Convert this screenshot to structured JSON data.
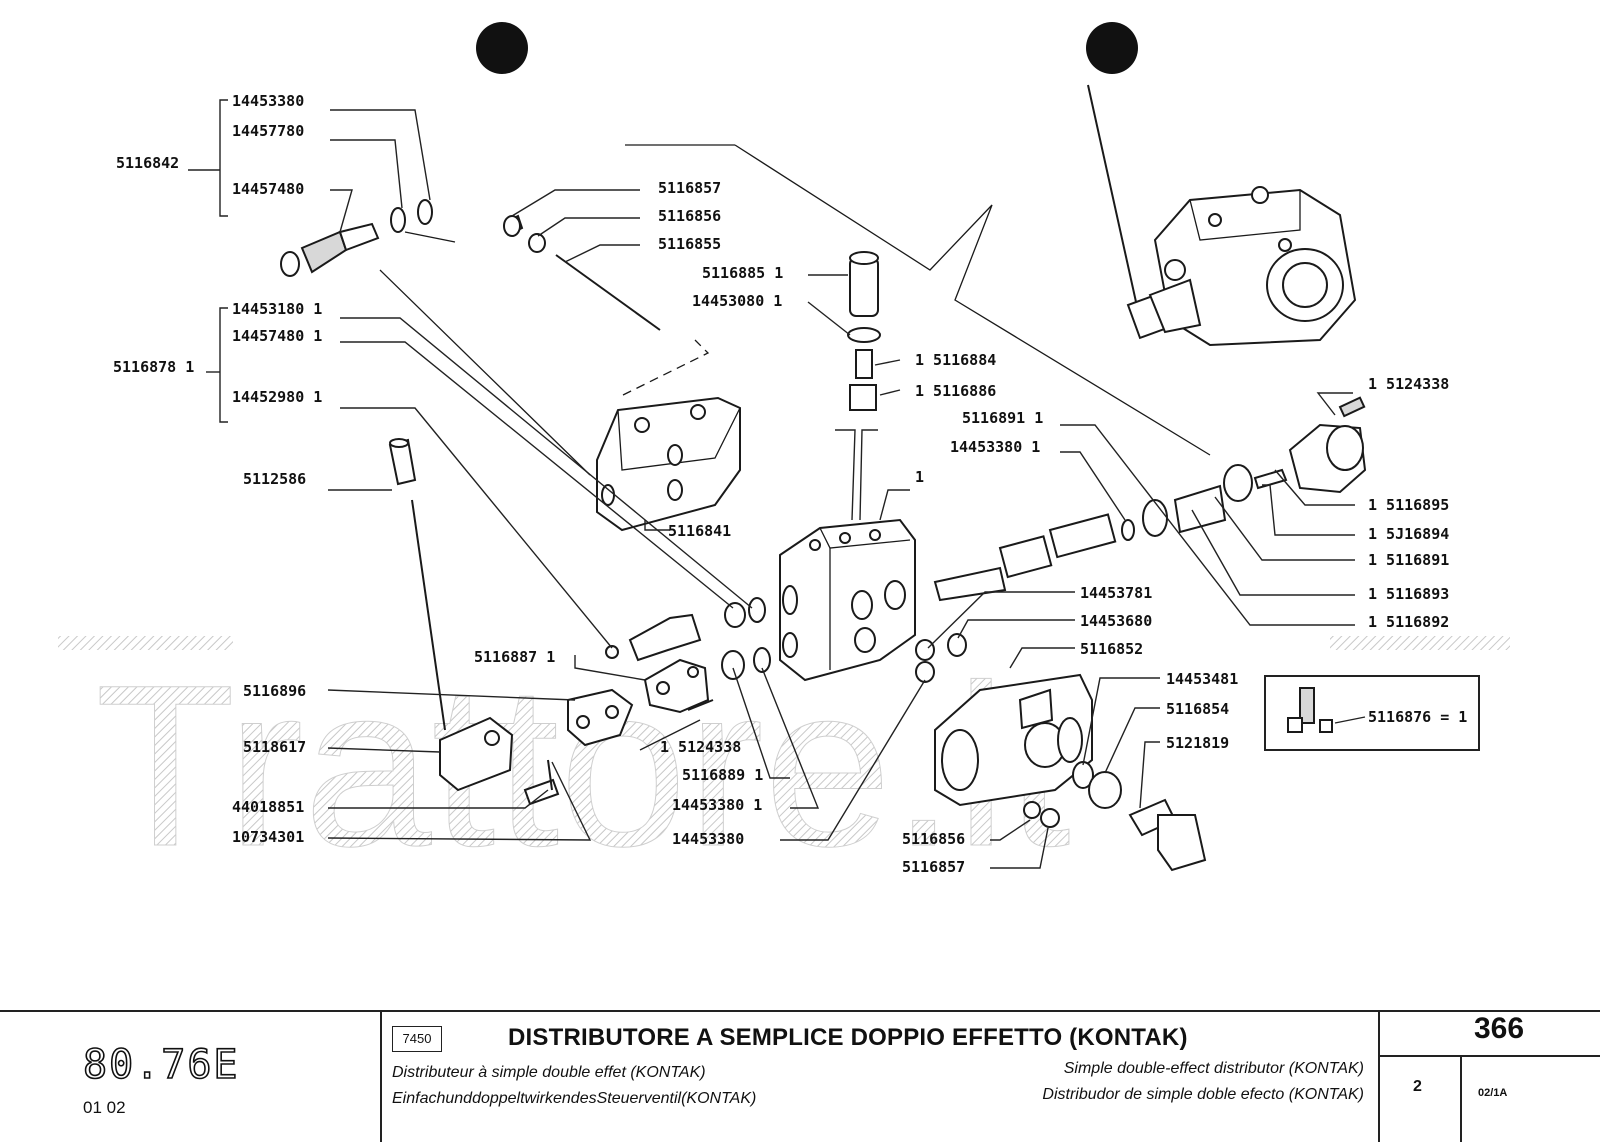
{
  "diagram": {
    "watermark": "Trattore.it",
    "labels": {
      "l_14453380_top": "14453380",
      "l_14457780": "14457780",
      "l_5116842": "5116842",
      "l_14457480_top": "14457480",
      "l_14453180": "14453180 1",
      "l_14457480_mid": "14457480 1",
      "l_5116878": "5116878 1",
      "l_14452980": "14452980 1",
      "l_5112586": "5112586",
      "l_5116857_top": "5116857",
      "l_5116856_top": "5116856",
      "l_5116855": "5116855",
      "l_5116885": "5116885 1",
      "l_14453080": "14453080 1",
      "l_5116884": "1 5116884",
      "l_5116886": "1 5116886",
      "l_5116841": "5116841",
      "l_1_body": "1",
      "l_5124338_top": "1 5124338",
      "l_5116891_left": "5116891 1",
      "l_14453380_right": "14453380 1",
      "l_5116895": "1 5116895",
      "l_5116894": "1 5J16894",
      "l_5116891_right": "1 5116891",
      "l_5116893": "1 5116893",
      "l_5116892": "1 5116892",
      "l_14453781": "14453781",
      "l_14453680": "14453680",
      "l_5116852": "5116852",
      "l_14453481": "14453481",
      "l_5116854": "5116854",
      "l_5121819": "5121819",
      "l_5116876": "5116876 = 1",
      "l_5116887": "5116887 1",
      "l_5116896": "5116896",
      "l_5118617": "5118617",
      "l_44018851": "44018851",
      "l_10734301": "10734301",
      "l_5124338_bottom": "1 5124338",
      "l_5116889": "5116889 1",
      "l_14453380_low1": "14453380 1",
      "l_14453380_low2": "14453380",
      "l_5116856_bottom": "5116856",
      "l_5116857_bottom": "5116857"
    }
  },
  "title_block": {
    "model": "80.76E",
    "model_sub": "01  02",
    "group_code": "7450",
    "title_it": "DISTRIBUTORE A SEMPLICE DOPPIO EFFETTO (KONTAK)",
    "title_fr": "Distributeur à simple double effet (KONTAK)",
    "title_de": "EinfachunddoppeltwirkendesSteuerventil(KONTAK)",
    "title_en": "Simple double-effect distributor (KONTAK)",
    "title_es": "Distribudor de simple doble efecto (KONTAK)",
    "page_number": "366",
    "sheet": "2",
    "revision": "02/1A"
  }
}
